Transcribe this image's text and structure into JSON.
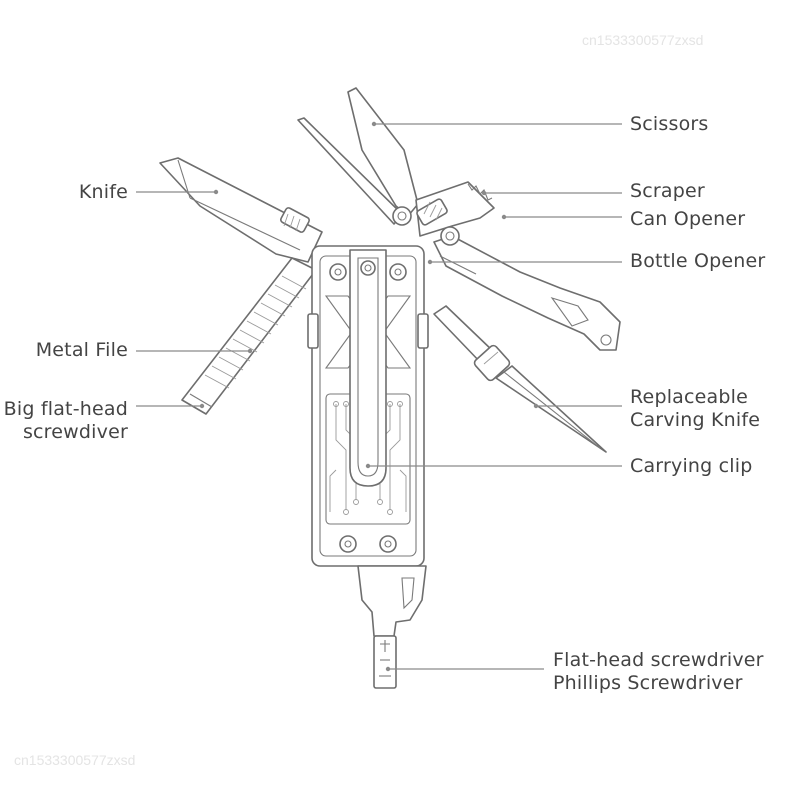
{
  "watermark": "cn1533300577zxsd",
  "labels": {
    "scissors": "Scissors",
    "scraper": "Scraper",
    "can_opener": "Can Opener",
    "bottle_opener": "Bottle Opener",
    "knife": "Knife",
    "metal_file": "Metal File",
    "big_flat_head_1": "Big flat-head",
    "big_flat_head_2": "screwdiver",
    "carving_knife_1": "Replaceable",
    "carving_knife_2": "Carving Knife",
    "carrying_clip": "Carrying clip",
    "flat_head": "Flat-head screwdriver",
    "phillips": "Phillips Screwdriver"
  },
  "colors": {
    "text": "#444444",
    "line": "#8a8a8a",
    "tool_outline": "#6e6e6e",
    "watermark": "#e4e4e4"
  }
}
